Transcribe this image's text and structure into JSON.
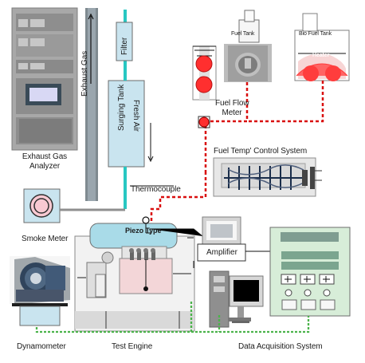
{
  "labels": {
    "exhaust_gas_analyzer": "Exhaust Gas\nAnalyzer",
    "exhaust_gas": "Exhaust Gas",
    "filter": "Filter",
    "fresh_air": "Fresh Air",
    "surging_tank": "Surging Tank",
    "fuel_tank": "Fuel Tank",
    "bio_fuel_tank": "Bio Fuel Tank",
    "heater": "Heater",
    "fuel_flow_meter": "Fuel Flow\nMeter",
    "fuel_temp_control_system": "Fuel Temp' Control System",
    "thermocouple": "Thermocouple",
    "piezo_type": "Piezo Type",
    "smoke_meter": "Smoke Meter",
    "amplifier": "Amplifier",
    "dynamometer": "Dynamometer",
    "test_engine": "Test Engine",
    "data_acquisition_system": "Data Acquisition System"
  },
  "colors": {
    "fuel_line": "#d90f0f",
    "data_line": "#4bb34b",
    "fresh_air_line": "#28c7c2",
    "gray_line": "#8f8f8f",
    "panel_blue": "#c9e4ef",
    "engine_blue": "#a9dbe8",
    "black": "#111111"
  },
  "icons": {
    "exhaust_gas_analyzer": "analyzer-rack-icon",
    "smoke_meter": "smoke-meter-icon",
    "fuel_tank": "fuel-tank-icon",
    "bio_fuel_tank": "bio-fuel-tank-icon",
    "fuel_flow_meter": "fuel-flow-meter-icon",
    "fuel_temp_control_system": "fuel-temp-control-icon",
    "amplifier": "amplifier-icon",
    "data_acquisition_system": "daq-panel-icon",
    "computer": "computer-icon",
    "dynamometer": "dynamometer-icon",
    "test_engine": "engine-icon"
  }
}
